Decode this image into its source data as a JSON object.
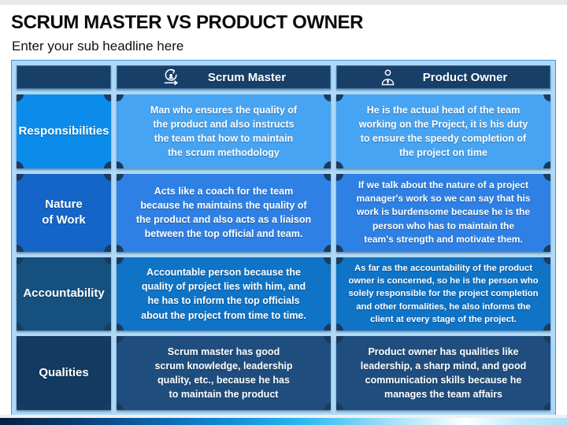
{
  "slide": {
    "title": "SCRUM MASTER VS PRODUCT OWNER",
    "subtitle": "Enter your sub headline here"
  },
  "colors": {
    "frame_bg": "#aed9f7",
    "frame_border": "#3e96d8",
    "header_bg": "#173f68",
    "corner_circle": "#1a3c61",
    "title_text": "#0b0b0b",
    "cell_text": "#ffffff"
  },
  "table": {
    "columns": [
      {
        "label": "Scrum Master",
        "icon": "scrum-cycle-icon"
      },
      {
        "label": "Product Owner",
        "icon": "person-tie-icon"
      }
    ],
    "rows": [
      {
        "label": "Responsibilities",
        "label_bg": "#0b8cea",
        "cell_bg": "#47a4f2",
        "scrum_master": "Man who ensures the quality of\nthe product and also instructs\nthe team that how to maintain\nthe scrum methodology",
        "product_owner": "He is the actual head of the team\nworking on the Project, it is his duty\nto ensure the speedy completion of\nthe project on time"
      },
      {
        "label": "Nature\nof Work",
        "label_bg": "#1565c8",
        "cell_bg": "#2e80e4",
        "scrum_master": "Acts like a coach for the team\nbecause he maintains the quality of\nthe product and also acts as a liaison\nbetween the top official and team.",
        "product_owner": "If we talk about the nature of a project\nmanager's work so we can say that his\nwork is burdensome because he is the\nperson who has to maintain the\nteam's strength and motivate them."
      },
      {
        "label": "Accountability",
        "label_bg": "#15507f",
        "cell_bg": "#0f73c6",
        "scrum_master": "Accountable person because the\nquality of project lies with him, and\nhe has to inform the top officials\nabout the project from time to time.",
        "product_owner": "As far as the accountability of the product\nowner is concerned, so he is the person who\nsolely responsible for the project completion\nand other formalities, he also informs the\nclient at every stage of the project."
      },
      {
        "label": "Qualities",
        "label_bg": "#133a60",
        "cell_bg": "#1f4e7e",
        "scrum_master": "Scrum master has good\nscrum knowledge, leadership\nquality, etc., because he has\nto maintain the product",
        "product_owner": "Product owner has qualities like\nleadership, a sharp mind, and good\ncommunication skills because he\nmanages the team affairs"
      }
    ]
  }
}
